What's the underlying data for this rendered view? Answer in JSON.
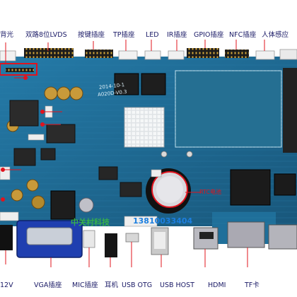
{
  "labels": {
    "top": [
      "背光",
      "双路8位LVDS",
      "按键插座",
      "TP插座",
      "LED",
      "IR插座",
      "GPIO插座",
      "NFC插座",
      "人体感应"
    ],
    "bottom": [
      "12V",
      "VGA插座",
      "MIC插座",
      "耳机",
      "USB OTG",
      "USB HOST",
      "HDMI",
      "TF卡"
    ],
    "mid": [
      "RTC电池"
    ],
    "silk": [
      "2014-10-1",
      "A020D-V0.3"
    ],
    "watermark_cn": "中关村科技",
    "watermark_phone": "13810033404"
  },
  "colors": {
    "pcb": "#1f6f9a",
    "pcb_dark": "#154f70",
    "label_text": "#1a1a66",
    "accent_red": "#e0141e",
    "watermark_green": "#36b24a",
    "watermark_blue": "#1c7fe0"
  }
}
